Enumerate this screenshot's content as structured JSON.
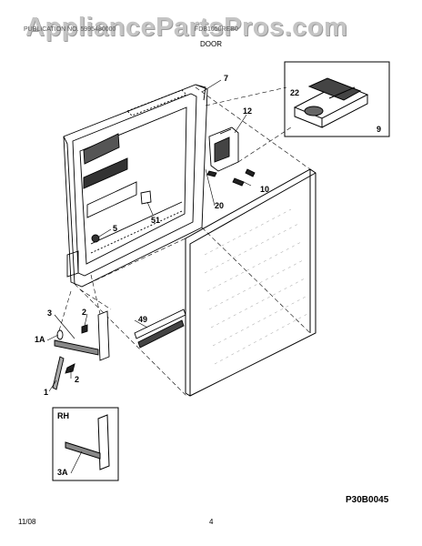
{
  "watermark": "AppliancePartsPros.com",
  "header": {
    "left_text": "PUBLICATION NO. 5995480000",
    "right_text": "FDB1050REB0",
    "section_title": "DOOR"
  },
  "callouts": {
    "c7": "7",
    "c12": "12",
    "c22": "22",
    "c9": "9",
    "c10": "10",
    "c20": "20",
    "c51": "51",
    "c5": "5",
    "c2a": "2",
    "c3": "3",
    "c1a": "1A",
    "c49": "49",
    "c2b": "2",
    "c1": "1",
    "c3a": "3A"
  },
  "inset_label": "RH",
  "diagram_code": "P30B0045",
  "footer": {
    "date": "11/08",
    "page": "4"
  },
  "colors": {
    "line": "#000000",
    "watermark": "#c4c4c4"
  }
}
